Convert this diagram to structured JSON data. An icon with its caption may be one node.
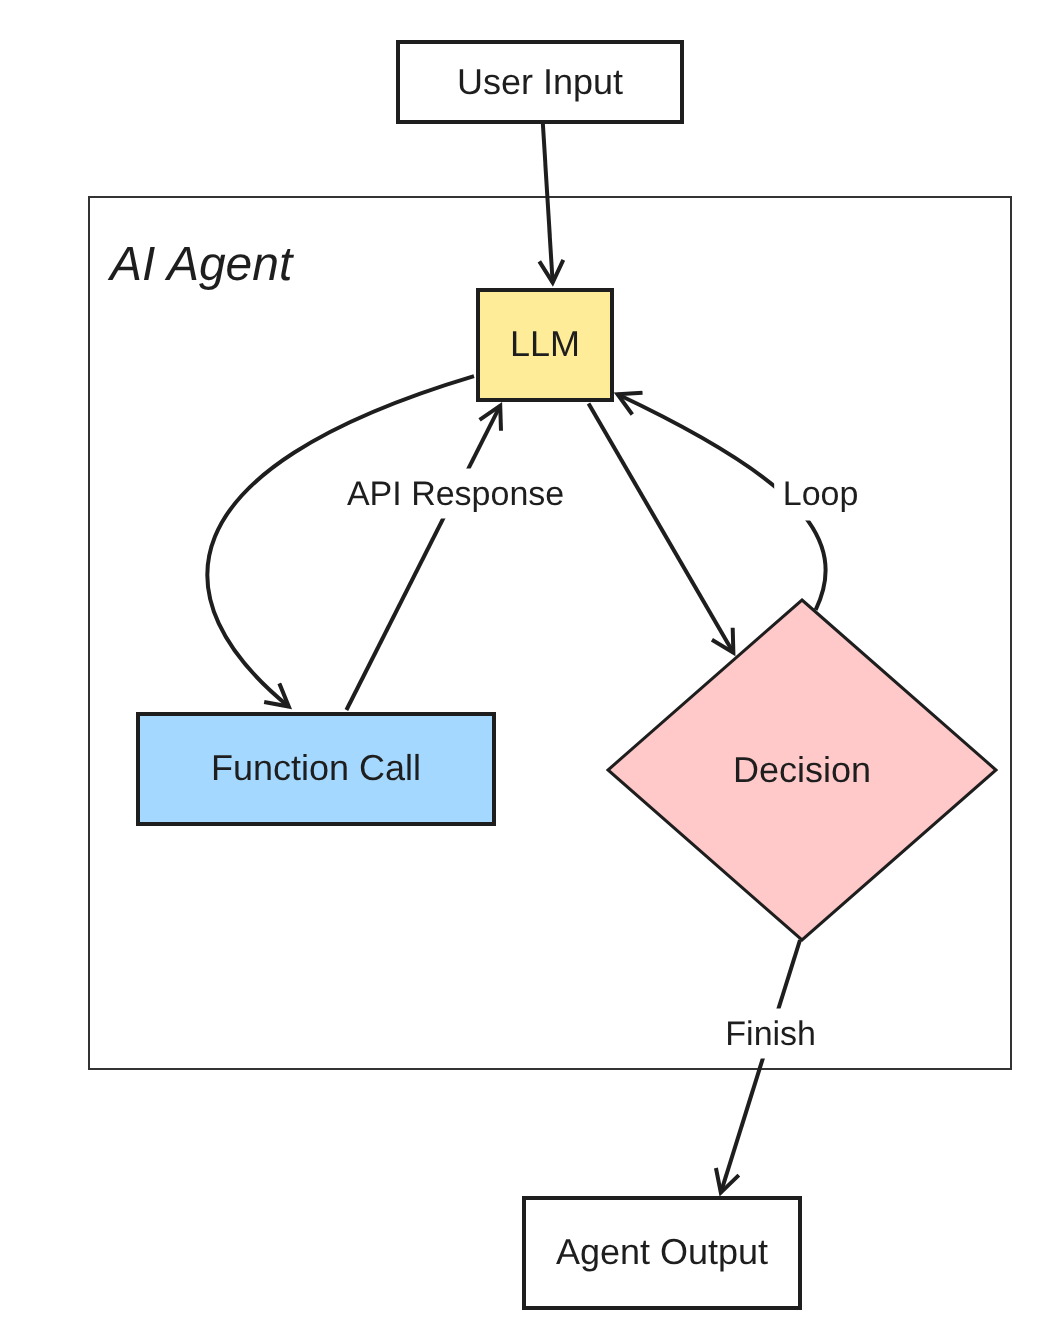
{
  "diagram": {
    "nodes": [
      {
        "text": [
          "User Input"
        ]
      },
      {
        "text": [
          "AI Agent"
        ]
      },
      {
        "text": [
          "LLM"
        ],
        "in": 1
      },
      {
        "text": [
          "Function Call"
        ],
        "in": 1
      },
      {
        "text": [
          "Decision"
        ],
        "in": 1
      },
      {
        "text": [
          "Agent Output"
        ]
      }
    ],
    "edges": [
      {
        "from": 0,
        "to": 2,
        "arrow": "to"
      },
      {
        "from": 2,
        "to": 3,
        "arrow": "to"
      },
      {
        "from": 3,
        "to": 2,
        "arrow": "to",
        "label": "API Response"
      },
      {
        "from": 2,
        "to": 4,
        "arrow": "to"
      },
      {
        "from": 4,
        "to": 2,
        "arrow": "to",
        "label": "Loop"
      },
      {
        "from": 4,
        "to": 5,
        "arrow": "to",
        "label": "Finish"
      }
    ]
  }
}
